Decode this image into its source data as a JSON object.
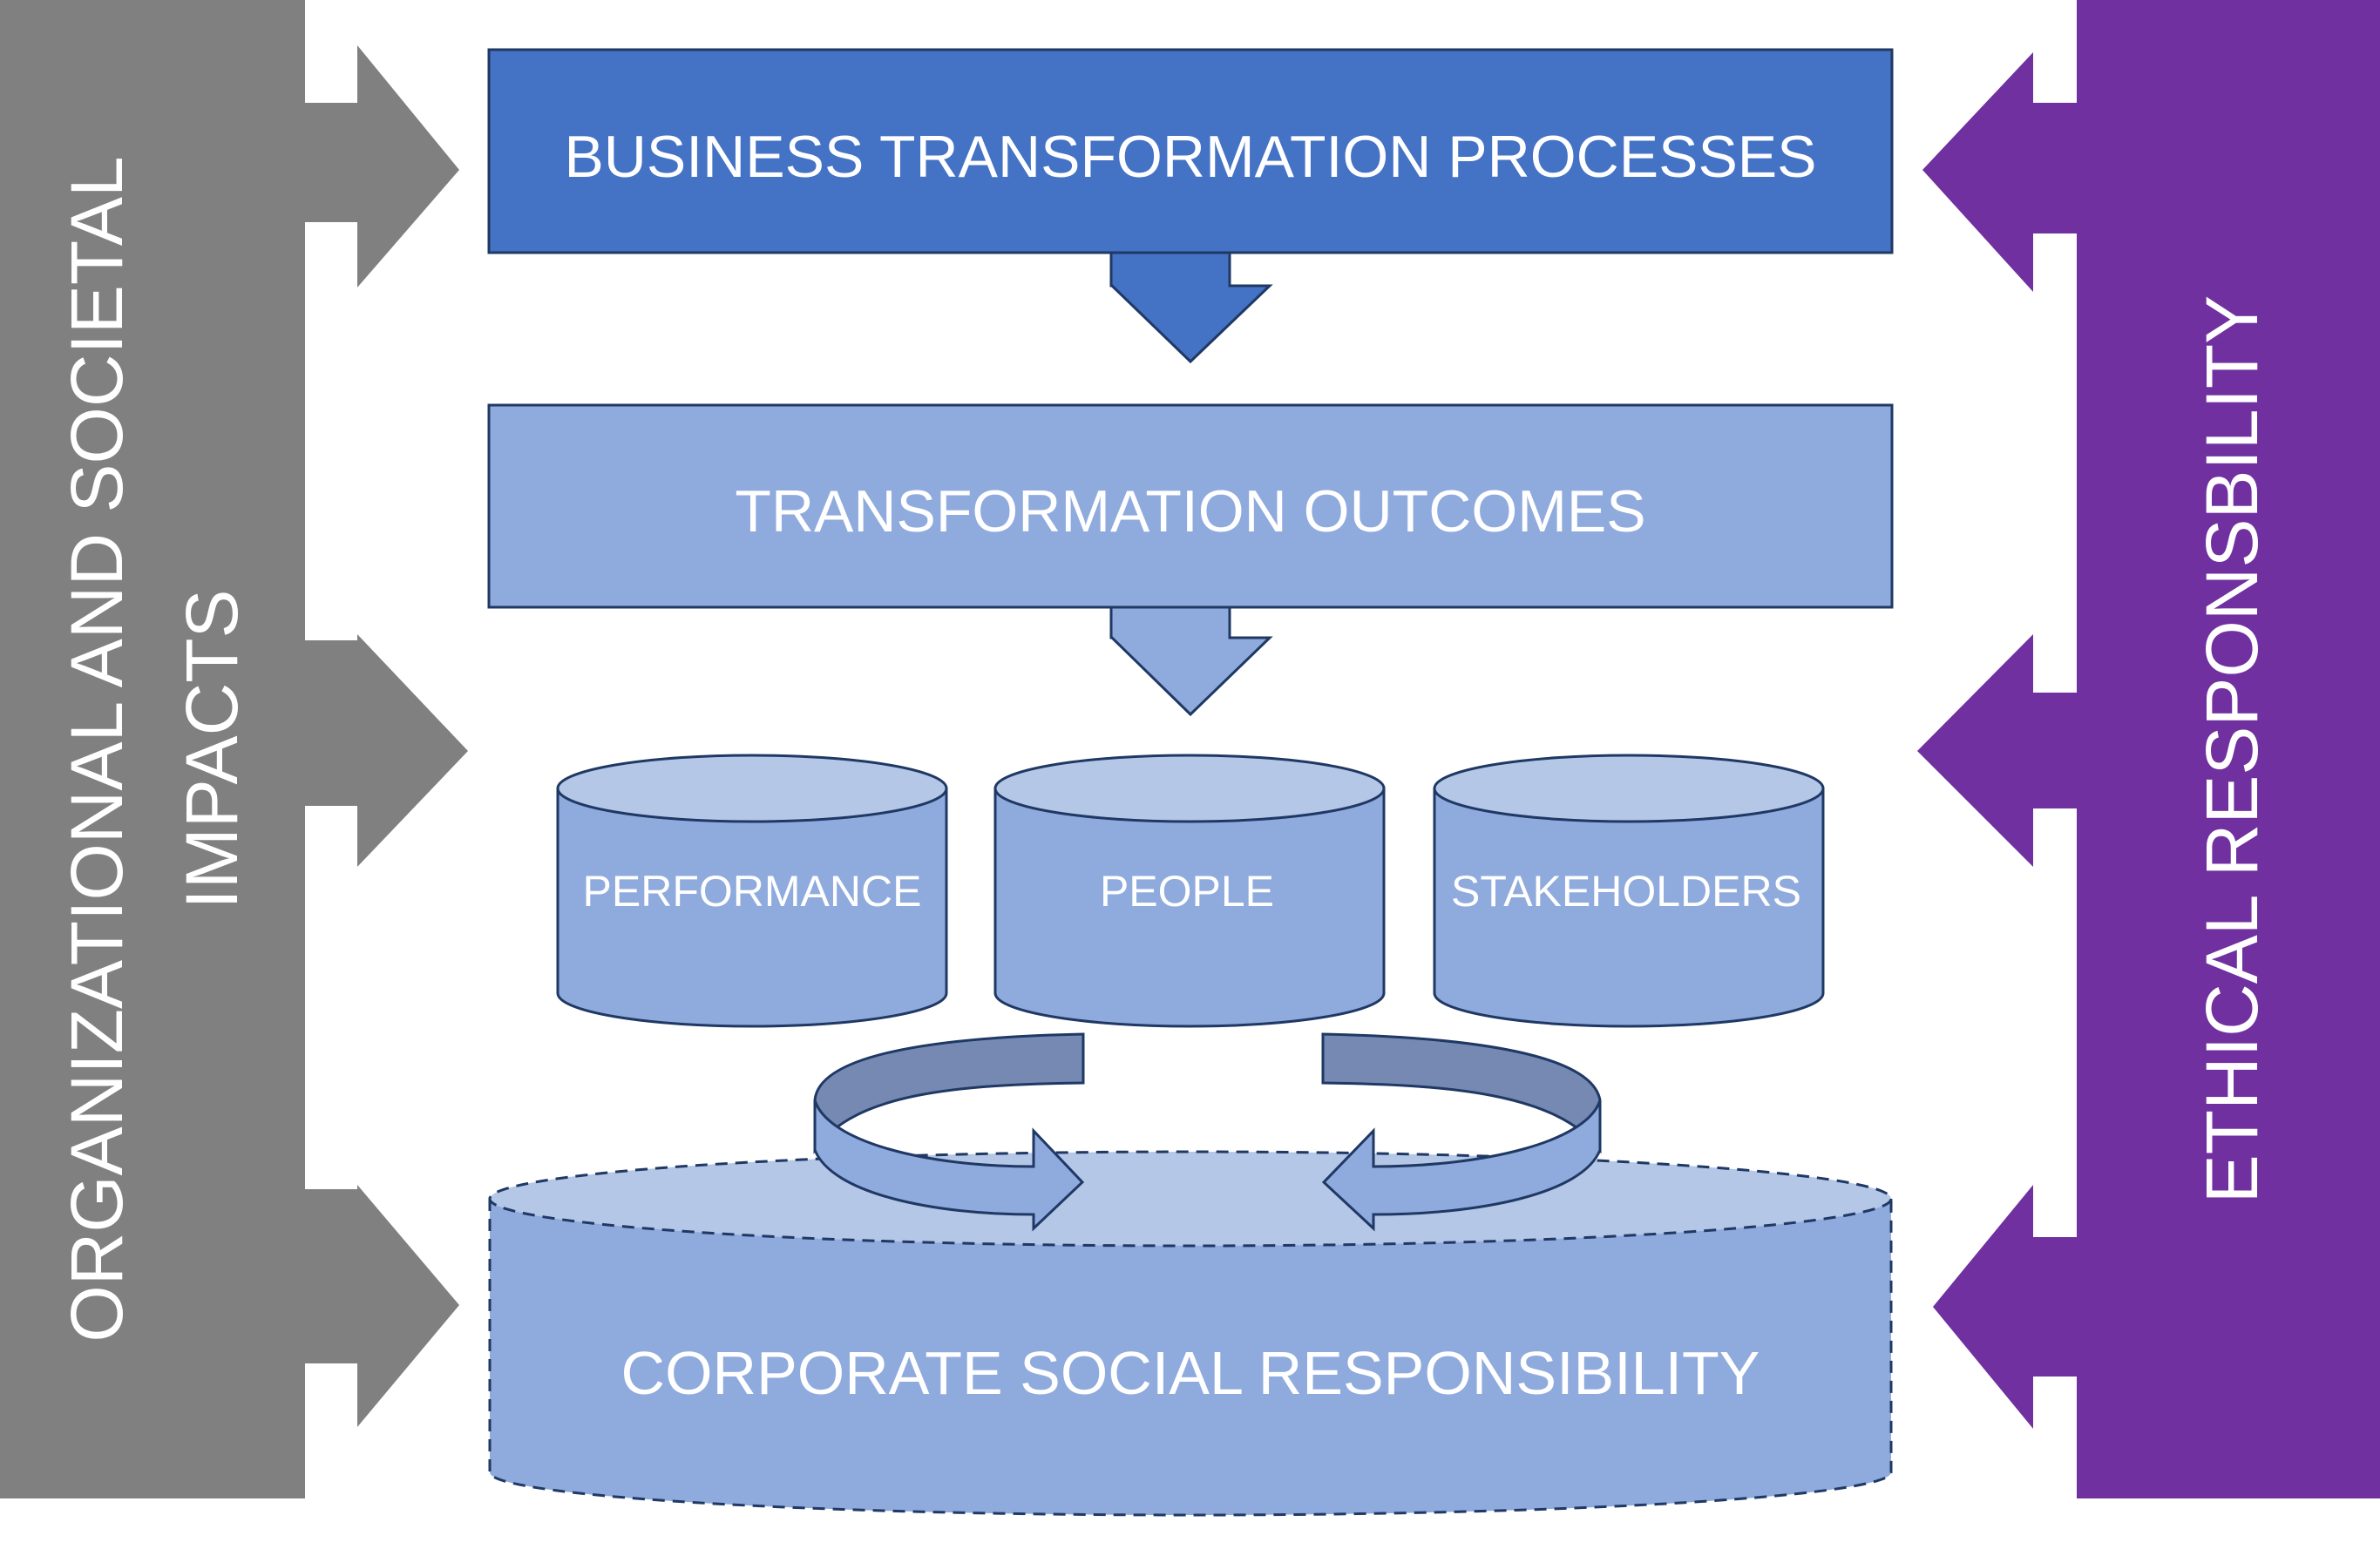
{
  "colors": {
    "left_bar": "#808080",
    "right_bar": "#7030A0",
    "top_box": "#4472C4",
    "light_fill": "#8FAADC",
    "lighter_fill": "#B4C7E7",
    "arrow_dark": "#7589B2",
    "stroke": "#1F3864",
    "text": "#FFFFFF"
  },
  "left_bar": {
    "label_line1": "ORGANIZATIONAL AND SOCIETAL",
    "label_line2": "IMPACTS"
  },
  "right_bar": {
    "label": "ETHICAL RESPONSBILITY"
  },
  "process_box": {
    "label": "BUSINESS TRANSFORMATION PROCESSES"
  },
  "outcomes_box": {
    "label": "TRANSFORMATION OUTCOMES"
  },
  "cylinders": [
    {
      "label": "PERFORMANCE"
    },
    {
      "label": "PEOPLE"
    },
    {
      "label": "STAKEHOLDERS"
    }
  ],
  "csr": {
    "label": "CORPORATE SOCIAL RESPONSIBILITY"
  }
}
